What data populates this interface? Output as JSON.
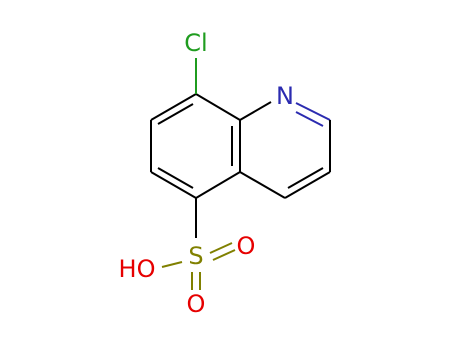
{
  "molecule": {
    "atoms": {
      "cl": {
        "label": "Cl",
        "color": "#1f9c1f"
      },
      "n": {
        "label": "N",
        "color": "#2b2bb0"
      },
      "s": {
        "label": "S",
        "color": "#808000"
      },
      "o_right": {
        "label": "O",
        "color": "#e60000"
      },
      "o_bottom": {
        "label": "O",
        "color": "#e60000"
      },
      "ho": {
        "label": "HO",
        "color": "#e60000"
      }
    },
    "bond_color": "#000000"
  }
}
